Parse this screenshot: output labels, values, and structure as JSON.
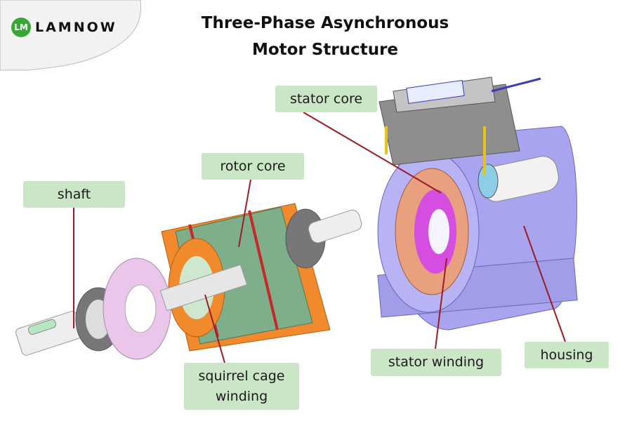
{
  "brand": {
    "name": "LAMNOW",
    "mark": "LM"
  },
  "title": {
    "line1": "Three-Phase Asynchronous",
    "line2": "Motor Structure"
  },
  "labels": {
    "shaft": "shaft",
    "rotor_core": "rotor core",
    "squirrel_cage_line1": "squirrel cage",
    "squirrel_cage_line2": "winding",
    "stator_core": "stator core",
    "stator_winding": "stator winding",
    "housing": "housing"
  },
  "colors": {
    "label_bg": "#cbe6c6",
    "leader": "#9b1c22",
    "brand_green": "#3aa636"
  }
}
